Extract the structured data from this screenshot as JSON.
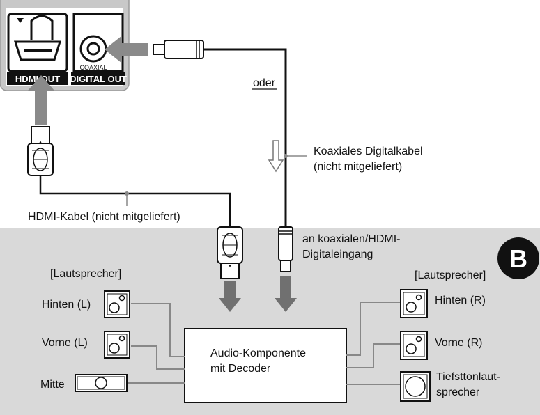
{
  "player_panel": {
    "hdmi_label": "HDMI OUT",
    "coaxial_top": "COAXIAL",
    "coaxial_bottom": "DIGITAL OUT"
  },
  "labels": {
    "or": "oder",
    "coax_cable_1": "Koaxiales Digitalkabel",
    "coax_cable_2": "(nicht mitgeliefert)",
    "hdmi_cable": "HDMI-Kabel (nicht mitgeliefert)",
    "input_1": "an koaxialen/HDMI-",
    "input_2": "Digitaleingang",
    "badge": "B",
    "speakers_left": "[Lautsprecher]",
    "speakers_right": "[Lautsprecher]",
    "rear_left": "Hinten (L)",
    "front_left": "Vorne (L)",
    "center": "Mitte",
    "rear_right": "Hinten (R)",
    "front_right": "Vorne (R)",
    "sub_1": "Tiefsttonlaut-",
    "sub_2": "sprecher",
    "component_1": "Audio-Komponente",
    "component_2": "mit Decoder"
  }
}
